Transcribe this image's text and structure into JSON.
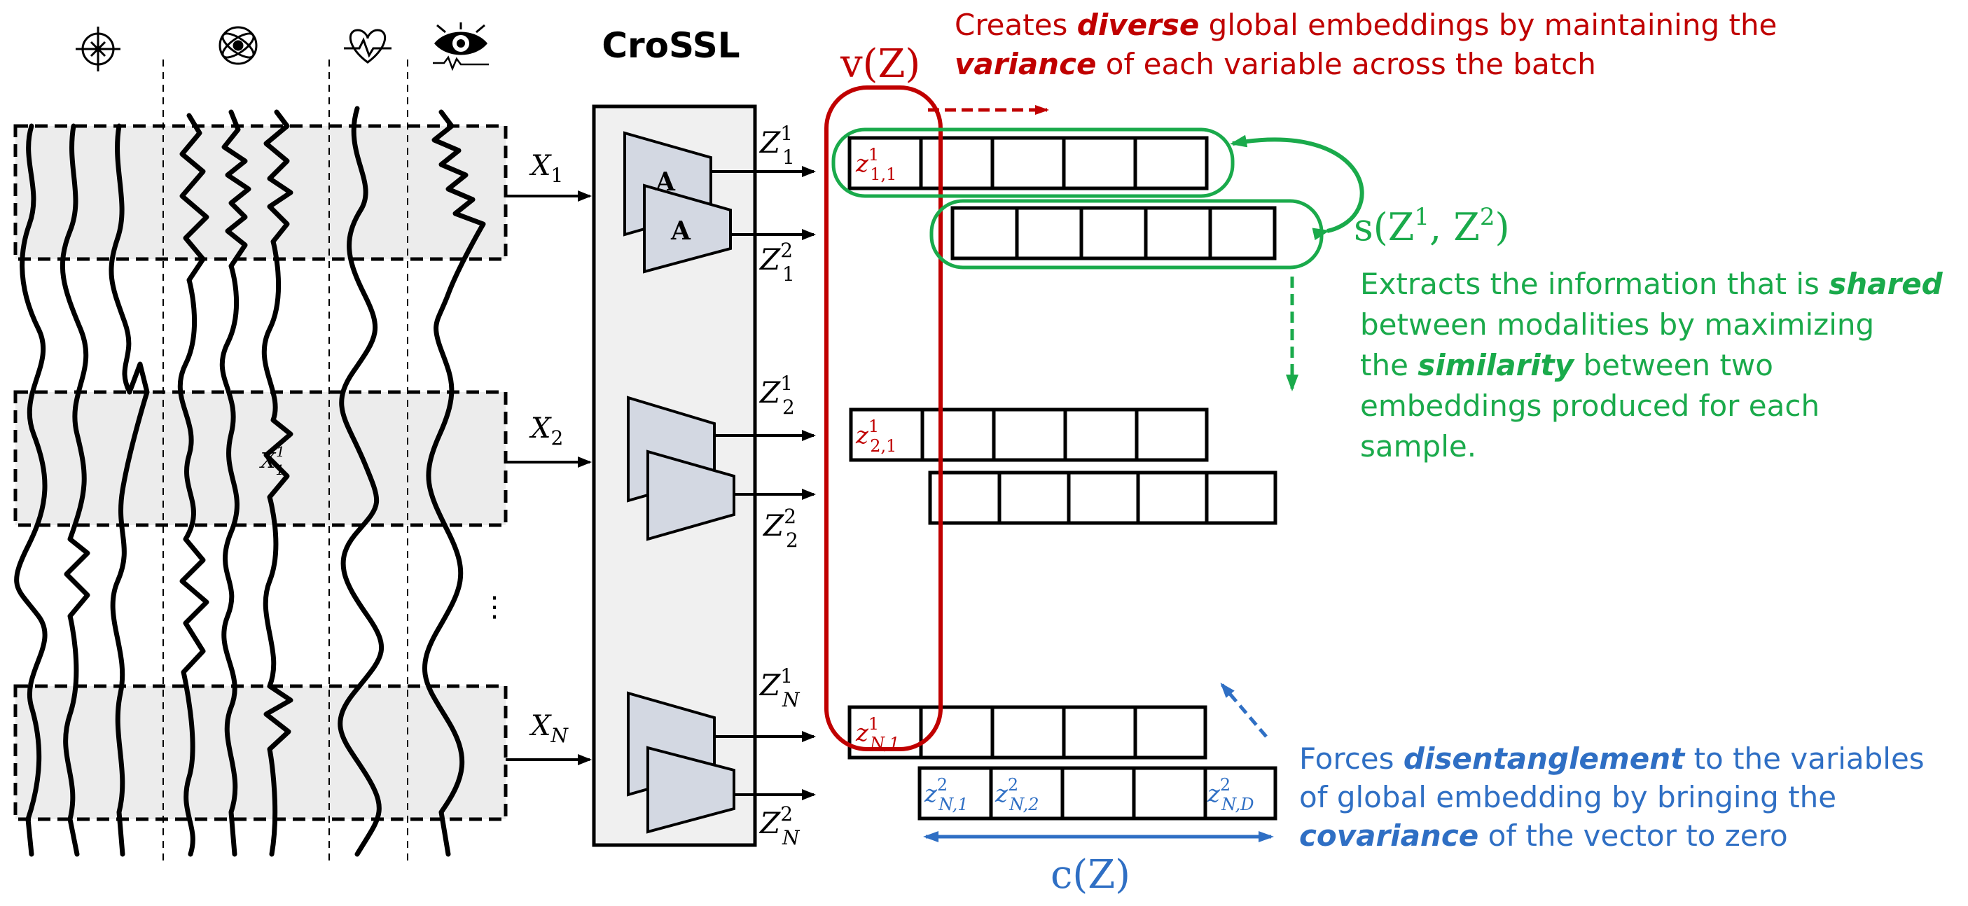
{
  "title": "CroSSL",
  "modality_icons": [
    "crosshair-sensor-icon",
    "gyroscope-icon",
    "heart-ecg-icon",
    "eye-eeg-icon"
  ],
  "inputs": [
    {
      "label": "X",
      "sub": "1"
    },
    {
      "label": "X",
      "sub": "2"
    },
    {
      "label": "X",
      "sub": "N"
    }
  ],
  "ellipsis": "⋮",
  "encoder_label": "A",
  "stray_label": {
    "base": "X",
    "sub": "1",
    "sup": "1"
  },
  "outputs": [
    {
      "base": "Z",
      "sup": "1",
      "sub": "1"
    },
    {
      "base": "Z",
      "sup": "2",
      "sub": "1"
    },
    {
      "base": "Z",
      "sup": "1",
      "sub": "2"
    },
    {
      "base": "Z",
      "sup": "2",
      "sub": "2"
    },
    {
      "base": "Z",
      "sup": "1",
      "sub": "N"
    },
    {
      "base": "Z",
      "sup": "2",
      "sub": "N"
    }
  ],
  "cells": {
    "z11": {
      "base": "z",
      "sup": "1",
      "sub": "1,1"
    },
    "z21": {
      "base": "z",
      "sup": "1",
      "sub": "2,1"
    },
    "zN1_1": {
      "base": "z",
      "sup": "1",
      "sub": "N,1"
    },
    "zN1_2": {
      "base": "z",
      "sup": "2",
      "sub": "N,1"
    },
    "zN2_2": {
      "base": "z",
      "sup": "2",
      "sub": "N,2"
    },
    "zND_2": {
      "base": "z",
      "sup": "2",
      "sub": "N,D"
    }
  },
  "variance": {
    "symbol": "v(Z)",
    "line1_pre": "Creates ",
    "line1_em": "diverse",
    "line1_post": " global embeddings by maintaining the",
    "line2_em": "variance",
    "line2_post": " of each variable across the batch"
  },
  "similarity": {
    "symbol": "s(Z",
    "sup1": "1",
    "mid": ", Z",
    "sup2": "2",
    "close": ")",
    "line1_pre": "Extracts the information that is ",
    "line1_em": "shared",
    "line2": "between modalities by maximizing",
    "line3_pre": "the ",
    "line3_em": "similarity",
    "line3_post": "  between two",
    "line4": "embeddings produced for each",
    "line5": "sample."
  },
  "covariance": {
    "symbol": "c(Z)",
    "line1_pre": "Forces ",
    "line1_em": "disentanglement",
    "line1_post": "  to the variables",
    "line2": "of global embedding by bringing the",
    "line3_em": "covariance",
    "line3_post": " of the vector to zero"
  },
  "colors": {
    "red": "#c00000",
    "green": "#1aaa4b",
    "blue": "#2f6fc4",
    "encoder_fill": "#d3d8e2",
    "panel_fill": "#f0f0f0",
    "window_fill": "#ececec"
  }
}
